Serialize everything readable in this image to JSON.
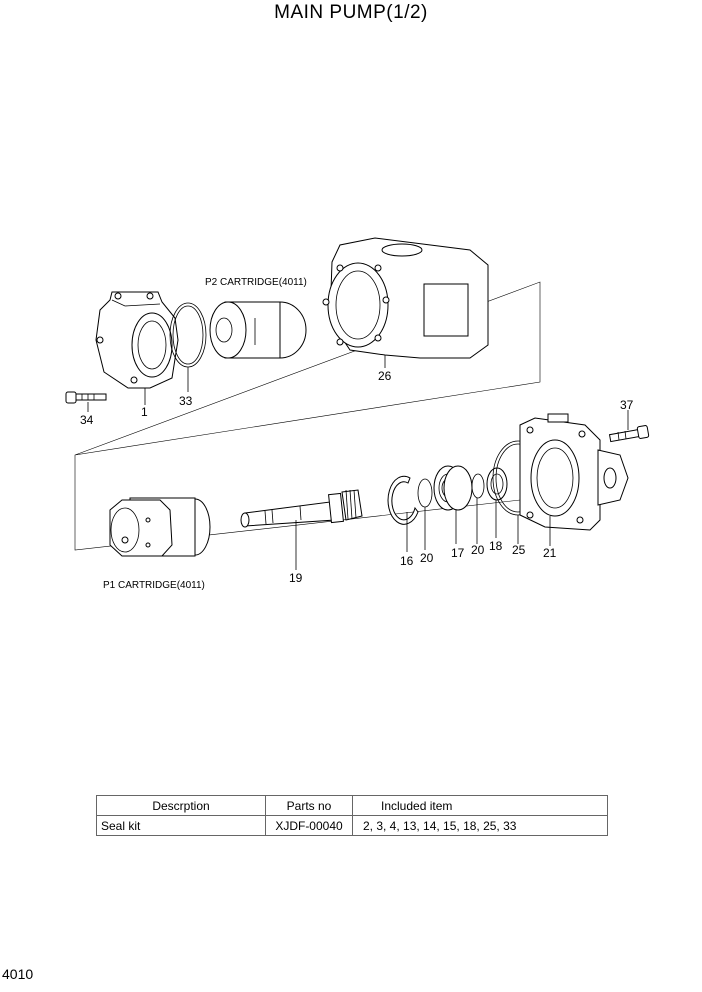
{
  "title": "MAIN PUMP(1/2)",
  "page_number": "4010",
  "diagram": {
    "callouts": [
      "34",
      "1",
      "33",
      "26",
      "37",
      "16",
      "20",
      "17",
      "20",
      "18",
      "25",
      "21",
      "19"
    ],
    "captions": {
      "p2": "P2 CARTRIDGE(4011)",
      "p1": "P1 CARTRIDGE(4011)"
    }
  },
  "kit_table": {
    "headers": [
      "Descrption",
      "Parts no",
      "Included item"
    ],
    "rows": [
      [
        "Seal kit",
        "XJDF-00040",
        "2, 3, 4, 13, 14, 15, 18, 25, 33"
      ]
    ]
  }
}
